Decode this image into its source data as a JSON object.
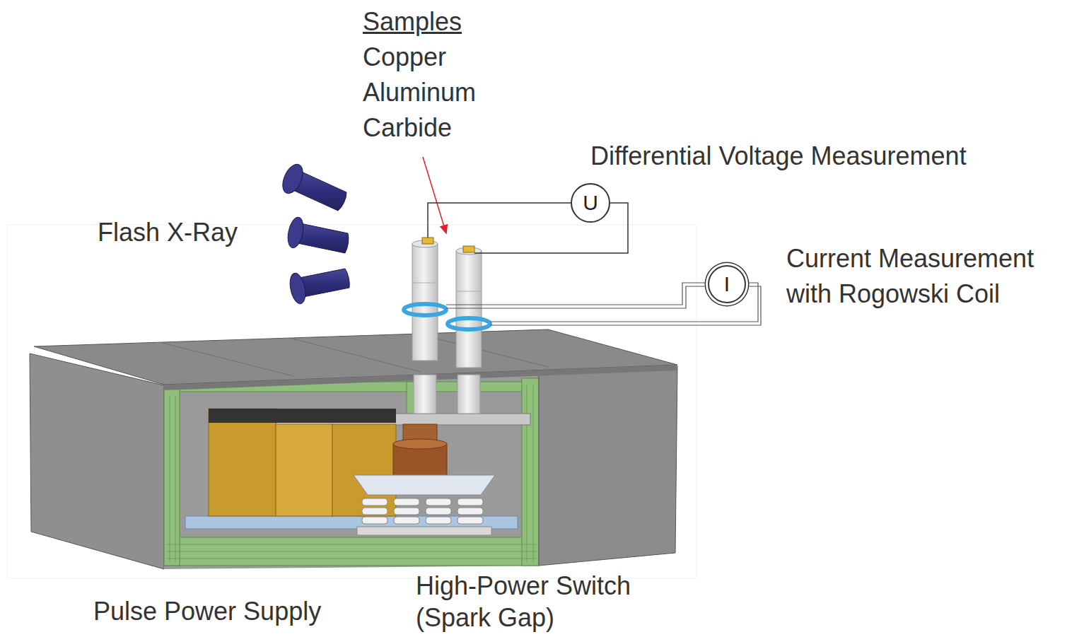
{
  "diagram": {
    "nodes": [
      {
        "text": [
          "U"
        ]
      },
      {
        "text": [
          "I"
        ]
      }
    ],
    "labels": [
      "Samples",
      "Copper",
      "Aluminum",
      "Carbide",
      "Differential Voltage Measurement",
      "Flash X-Ray",
      "Current Measurement with Rogowski Coil",
      "Pulse Power Supply",
      "High-Power Switch (Spark Gap)"
    ]
  }
}
